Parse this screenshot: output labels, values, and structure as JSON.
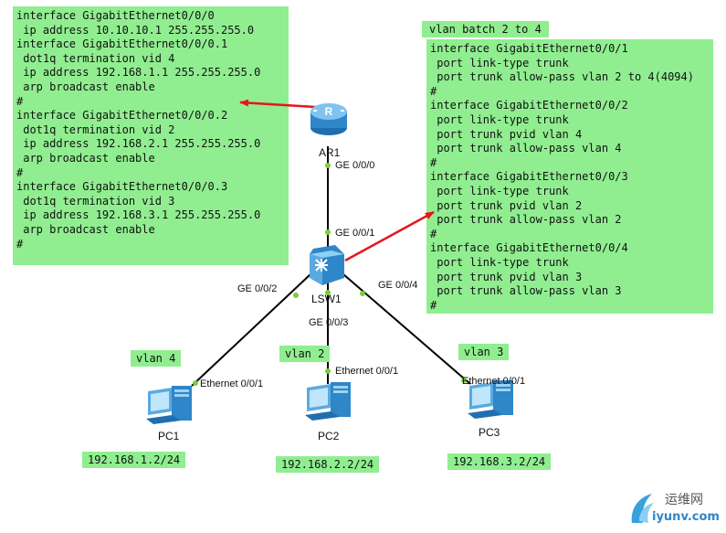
{
  "router_config": [
    "interface GigabitEthernet0/0/0",
    " ip address 10.10.10.1 255.255.255.0",
    "interface GigabitEthernet0/0/0.1",
    " dot1q termination vid 4",
    " ip address 192.168.1.1 255.255.255.0",
    " arp broadcast enable",
    "#",
    "interface GigabitEthernet0/0/0.2",
    " dot1q termination vid 2",
    " ip address 192.168.2.1 255.255.255.0",
    " arp broadcast enable",
    "#",
    "interface GigabitEthernet0/0/0.3",
    " dot1q termination vid 3",
    " ip address 192.168.3.1 255.255.255.0",
    " arp broadcast enable",
    "#"
  ],
  "vlan_batch": "vlan batch 2 to 4",
  "switch_config": [
    "interface GigabitEthernet0/0/1",
    " port link-type trunk",
    " port trunk allow-pass vlan 2 to 4(4094)",
    "#",
    "interface GigabitEthernet0/0/2",
    " port link-type trunk",
    " port trunk pvid vlan 4",
    " port trunk allow-pass vlan 4",
    "#",
    "interface GigabitEthernet0/0/3",
    " port link-type trunk",
    " port trunk pvid vlan 2",
    " port trunk allow-pass vlan 2",
    "#",
    "interface GigabitEthernet0/0/4",
    " port link-type trunk",
    " port trunk pvid vlan 3",
    " port trunk allow-pass vlan 3",
    "#"
  ],
  "devices": {
    "router": "AR1",
    "switch": "LSW1",
    "pc1": "PC1",
    "pc2": "PC2",
    "pc3": "PC3"
  },
  "ports": {
    "ar1_ge000": "GE 0/0/0",
    "lsw_ge001": "GE 0/0/1",
    "lsw_ge002": "GE 0/0/2",
    "lsw_ge003": "GE 0/0/3",
    "lsw_ge004": "GE 0/0/4",
    "pc1_eth": "Ethernet 0/0/1",
    "pc2_eth": "Ethernet 0/0/1",
    "pc3_eth": "Ethernet 0/0/1"
  },
  "vlan_tags": {
    "pc1": "vlan 4",
    "pc2": "vlan 2",
    "pc3": "vlan 3"
  },
  "pc_ips": {
    "pc1": "192.168.1.2/24",
    "pc2": "192.168.2.2/24",
    "pc3": "192.168.3.2/24"
  },
  "watermark": {
    "cn": "运维网",
    "url": "iyunv.com"
  },
  "colors": {
    "box_bg": "#90ee90",
    "link": "#000000",
    "port_dot": "#7ccd33",
    "arrow": "#e8141c",
    "device_blue": "#2f86c8"
  }
}
